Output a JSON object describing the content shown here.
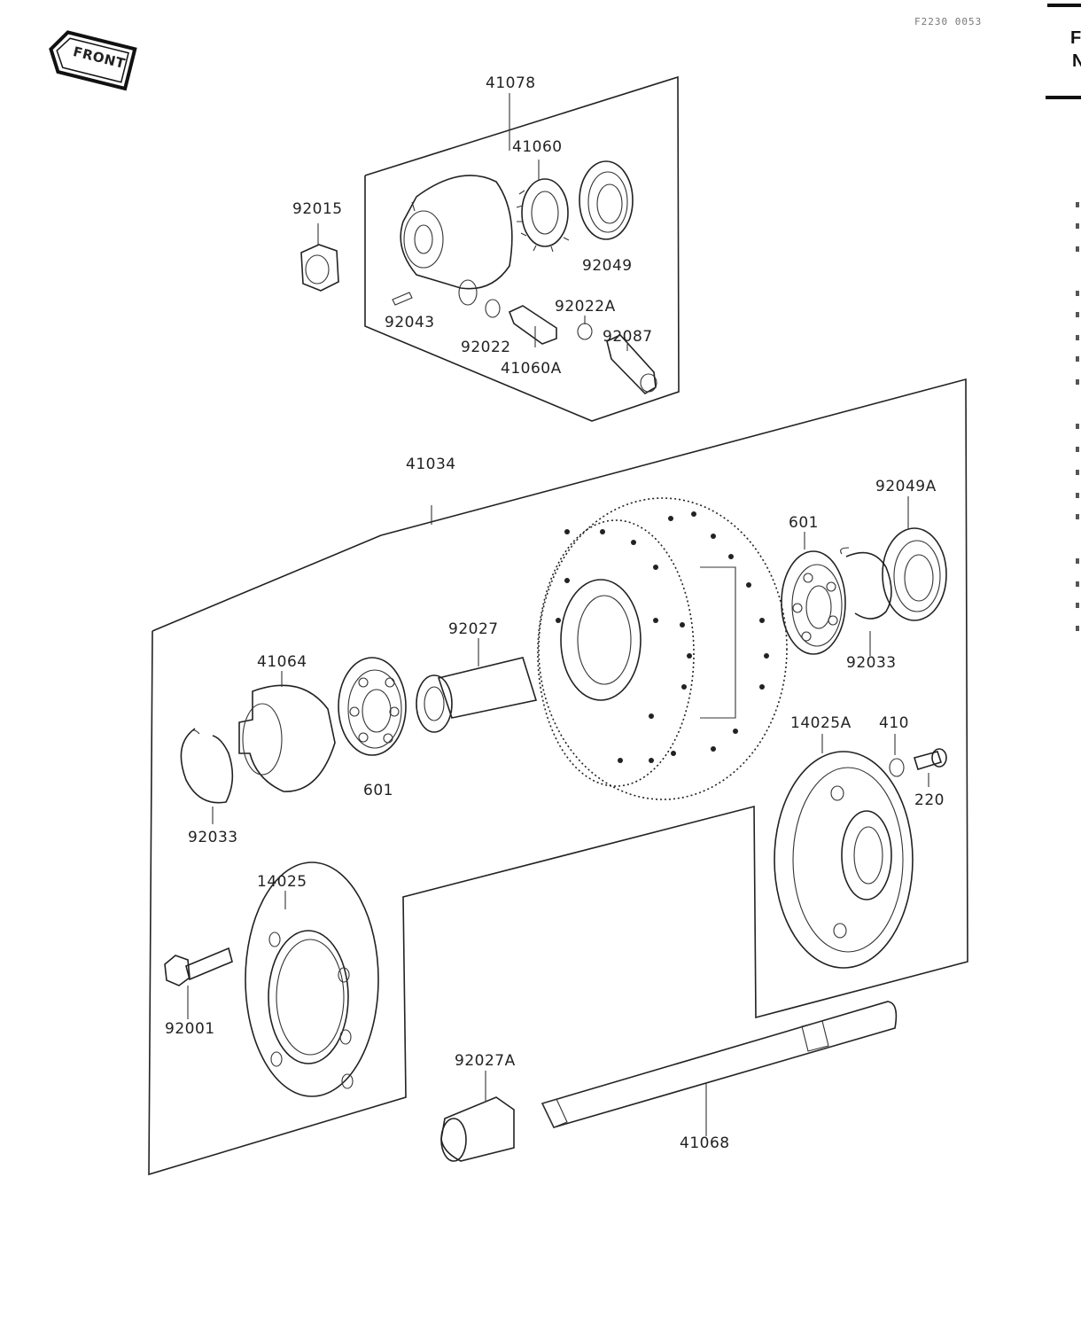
{
  "diagram": {
    "code": "F2230 0053",
    "front_label": "FRONT",
    "edge_text": [
      "F",
      "N"
    ],
    "labels": {
      "l41078": "41078",
      "l41060": "41060",
      "l92015": "92015",
      "l92049": "92049",
      "l92043": "92043",
      "l92022A": "92022A",
      "l92022": "92022",
      "l92087": "92087",
      "l41060A": "41060A",
      "l41034": "41034",
      "l92049A": "92049A",
      "l601a": "601",
      "l92027": "92027",
      "l41064": "41064",
      "l92033a": "92033",
      "l601b": "601",
      "l92033b": "92033",
      "l14025A": "14025A",
      "l410": "410",
      "l220": "220",
      "l14025": "14025",
      "l92001": "92001",
      "l92027A": "92027A",
      "l41068": "41068"
    }
  }
}
